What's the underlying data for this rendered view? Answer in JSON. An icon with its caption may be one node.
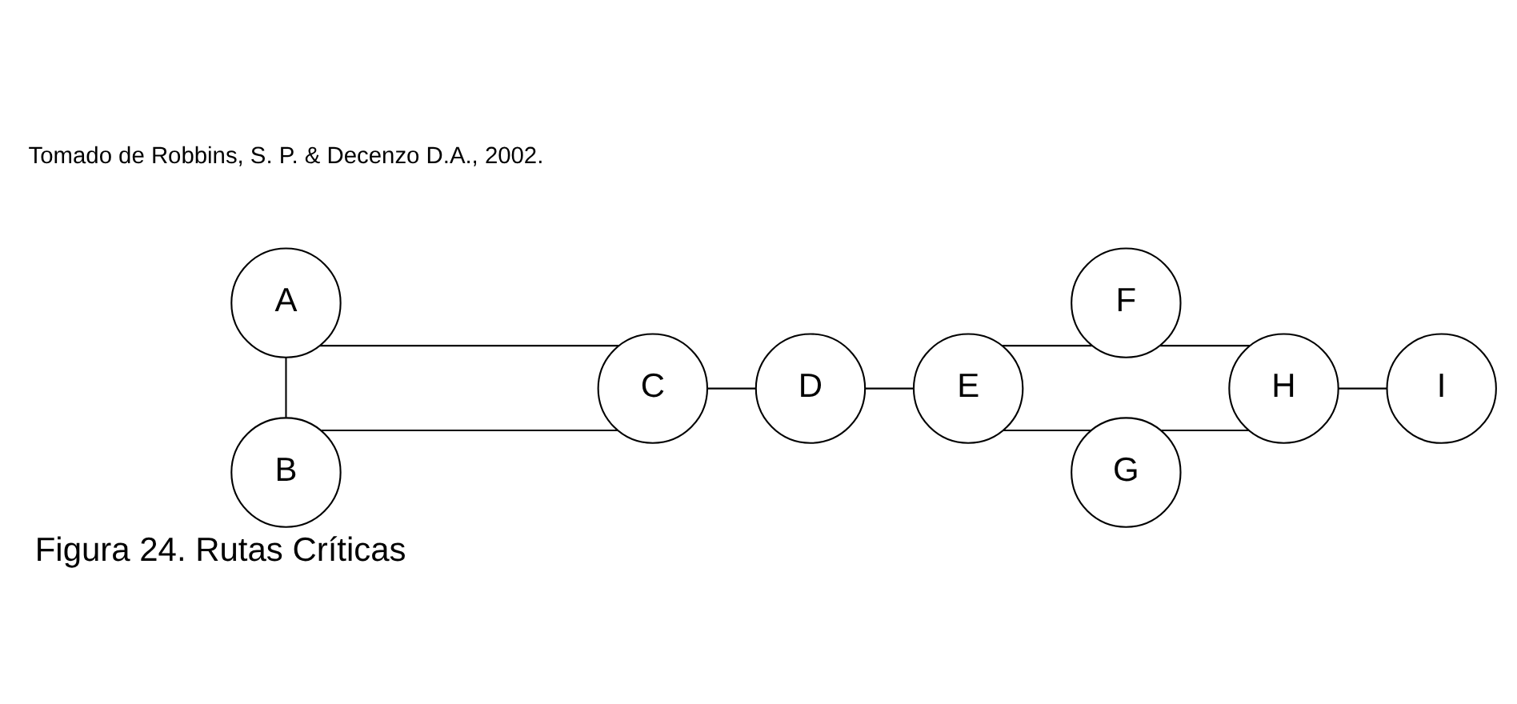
{
  "diagram": {
    "caption": "Figura 24. Rutas Críticas",
    "nodes": [
      {
        "text": [
          "A"
        ]
      },
      {
        "text": [
          "B"
        ]
      },
      {
        "text": [
          "C"
        ]
      },
      {
        "text": [
          "D"
        ]
      },
      {
        "text": [
          "E"
        ]
      },
      {
        "text": [
          "F"
        ]
      },
      {
        "text": [
          "G"
        ]
      },
      {
        "text": [
          "H"
        ]
      },
      {
        "text": [
          "I"
        ]
      }
    ],
    "edges": [
      {
        "from": 0,
        "to": 1,
        "arrow": "none"
      },
      {
        "from": 0,
        "to": 2,
        "arrow": "none"
      },
      {
        "from": 1,
        "to": 2,
        "arrow": "none"
      },
      {
        "from": 2,
        "to": 3,
        "arrow": "none"
      },
      {
        "from": 3,
        "to": 4,
        "arrow": "none"
      },
      {
        "from": 4,
        "to": 5,
        "arrow": "none"
      },
      {
        "from": 4,
        "to": 6,
        "arrow": "none"
      },
      {
        "from": 5,
        "to": 7,
        "arrow": "none"
      },
      {
        "from": 6,
        "to": 7,
        "arrow": "none"
      },
      {
        "from": 7,
        "to": 8,
        "arrow": "none"
      }
    ],
    "labels": [
      "Tomado de Robbins, S. P. & Decenzo D.A., 2002."
    ]
  }
}
